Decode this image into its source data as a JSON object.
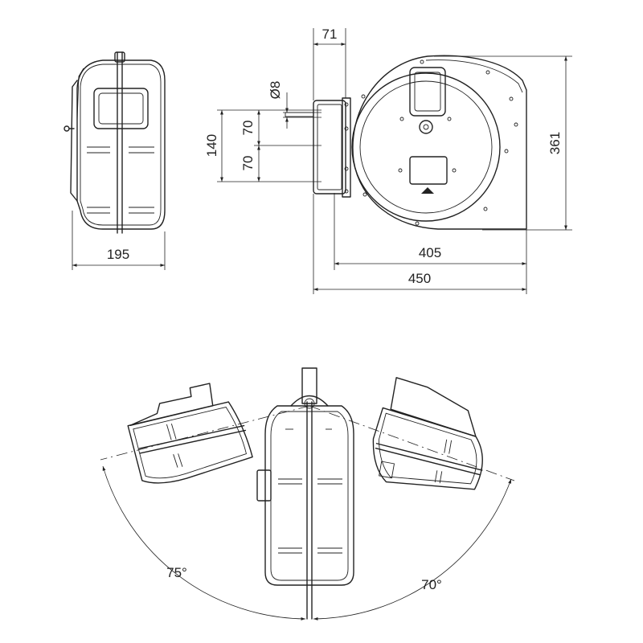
{
  "dimensions": {
    "side_width": "195",
    "bracket_offset": "71",
    "hole_diameter": "Ø8",
    "hole_spacing_top": "70",
    "hole_spacing_bottom": "70",
    "hole_spacing_total": "140",
    "height": "361",
    "body_width": "405",
    "overall_width": "450"
  },
  "angles": {
    "left_swing": "75°",
    "right_swing": "70°"
  },
  "colors": {
    "line": "#222222",
    "background": "#ffffff"
  }
}
